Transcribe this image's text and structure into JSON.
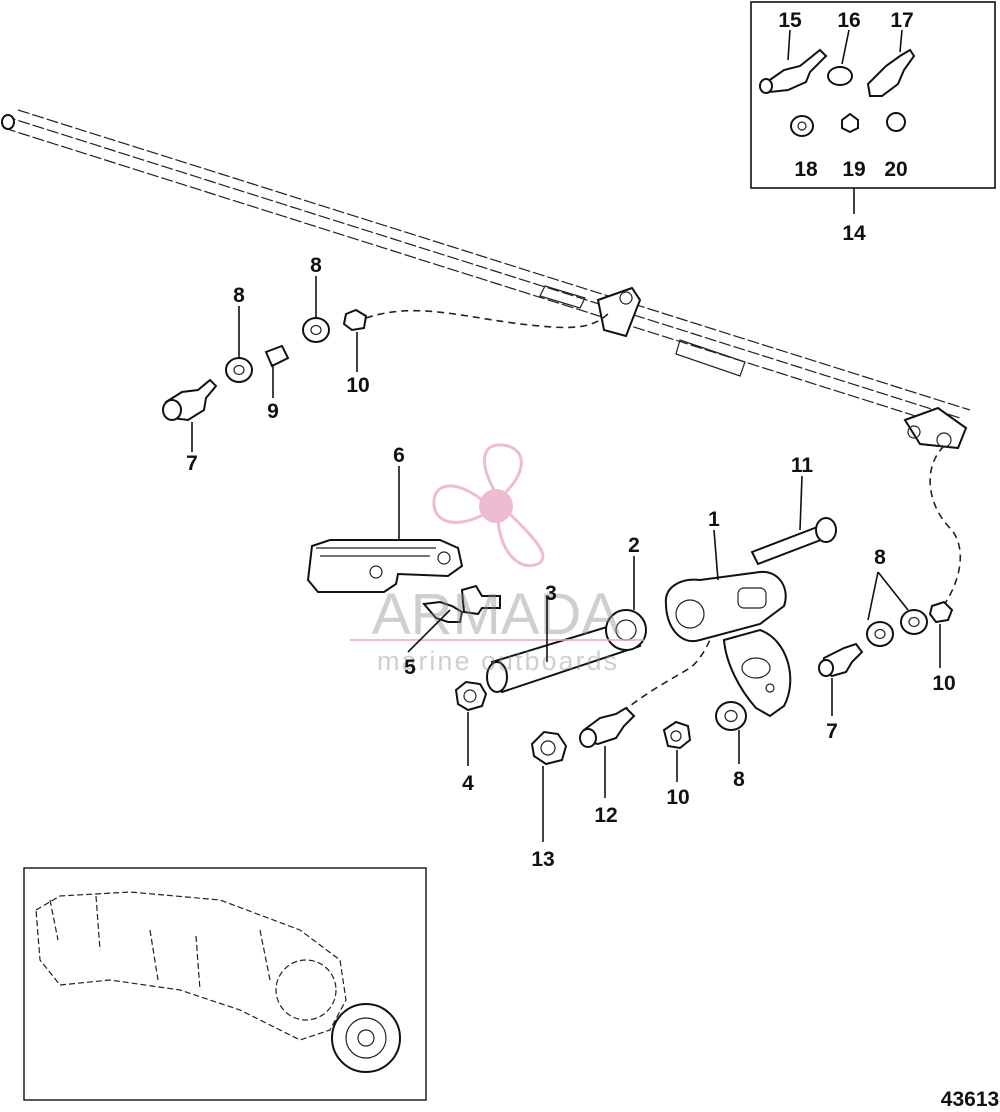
{
  "diagram_number": "43613",
  "watermark": {
    "brand": "ARMADA",
    "tagline": "marine outboards",
    "color": "#e7a6c4"
  },
  "callouts": {
    "c1": "1",
    "c2": "2",
    "c3": "3",
    "c4": "4",
    "c5": "5",
    "c6": "6",
    "c7a": "7",
    "c7b": "7",
    "c8a": "8",
    "c8b": "8",
    "c8c": "8",
    "c8d": "8",
    "c9": "9",
    "c10a": "10",
    "c10b": "10",
    "c10c": "10",
    "c11": "11",
    "c12": "12",
    "c13": "13",
    "c14": "14",
    "c15": "15",
    "c16": "16",
    "c17": "17",
    "c18": "18",
    "c19": "19",
    "c20": "20"
  }
}
